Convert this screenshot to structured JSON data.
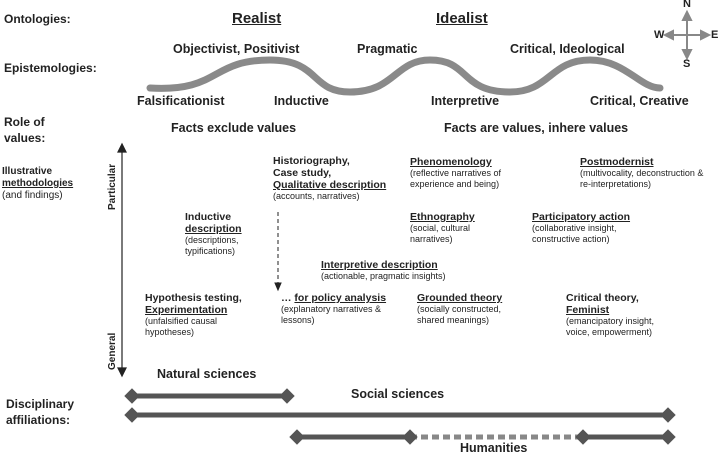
{
  "rows": {
    "ontologies": "Ontologies:",
    "epistemologies": "Epistemologies:",
    "role_line1": "Role of",
    "role_line2": "values:",
    "illus_line1": "Illustrative",
    "illus_line2": "methodologies",
    "illus_line3": "(and findings)",
    "disc_line1": "Disciplinary",
    "disc_line2": "affiliations:"
  },
  "ontology": {
    "realist": "Realist",
    "idealist": "Idealist"
  },
  "epistemology": {
    "top_left": "Objectivist, Positivist",
    "top_mid": "Pragmatic",
    "top_right": "Critical, Ideological",
    "bot_1": "Falsificationist",
    "bot_2": "Inductive",
    "bot_3": "Interpretive",
    "bot_4": "Critical, Creative"
  },
  "values": {
    "left": "Facts exclude values",
    "right": "Facts are values, inhere values"
  },
  "compass": {
    "n": "N",
    "s": "S",
    "e": "E",
    "w": "W"
  },
  "axis": {
    "particular": "Particular",
    "general": "General"
  },
  "methods": {
    "historiography": {
      "l1": "Historiography,",
      "l2": "Case study,",
      "l3": "Qualitative description",
      "d1": "(accounts, narratives)"
    },
    "phenomenology": {
      "title": "Phenomenology",
      "d1": "(reflective narratives of",
      "d2": "experience and being)"
    },
    "postmodernist": {
      "title": "Postmodernist",
      "d1": "(multivocality, deconstruction &",
      "d2": "re-interpretations)"
    },
    "inductive": {
      "l1": "Inductive",
      "l2": "description",
      "d1": "(descriptions,",
      "d2": "typifications)"
    },
    "ethnography": {
      "title": "Ethnography",
      "d1": "(social, cultural",
      "d2": "narratives)"
    },
    "participatory": {
      "title": "Participatory action",
      "d1": "(collaborative insight,",
      "d2": "constructive action)"
    },
    "interpretive": {
      "title": "Interpretive description",
      "d1": "(actionable, pragmatic insights)"
    },
    "hypothesis": {
      "l1": "Hypothesis testing,",
      "l2": "Experimentation",
      "d1": "(unfalsified causal",
      "d2": "hypotheses)"
    },
    "policy": {
      "prefix": "… ",
      "title": "for policy analysis",
      "d1": "(explanatory narratives &",
      "d2": "lessons)"
    },
    "grounded": {
      "title": "Grounded theory",
      "d1": "(socially constructed,",
      "d2": "shared meanings)"
    },
    "critical": {
      "l1": "Critical theory,",
      "l2": "Feminist",
      "d1": "(emancipatory insight,",
      "d2": "voice, empowerment)"
    }
  },
  "disciplines": {
    "natural": "Natural sciences",
    "social": "Social sciences",
    "humanities": "Humanities"
  },
  "colors": {
    "wave": "#8a8a8a",
    "bar": "#555555",
    "text": "#222222"
  }
}
